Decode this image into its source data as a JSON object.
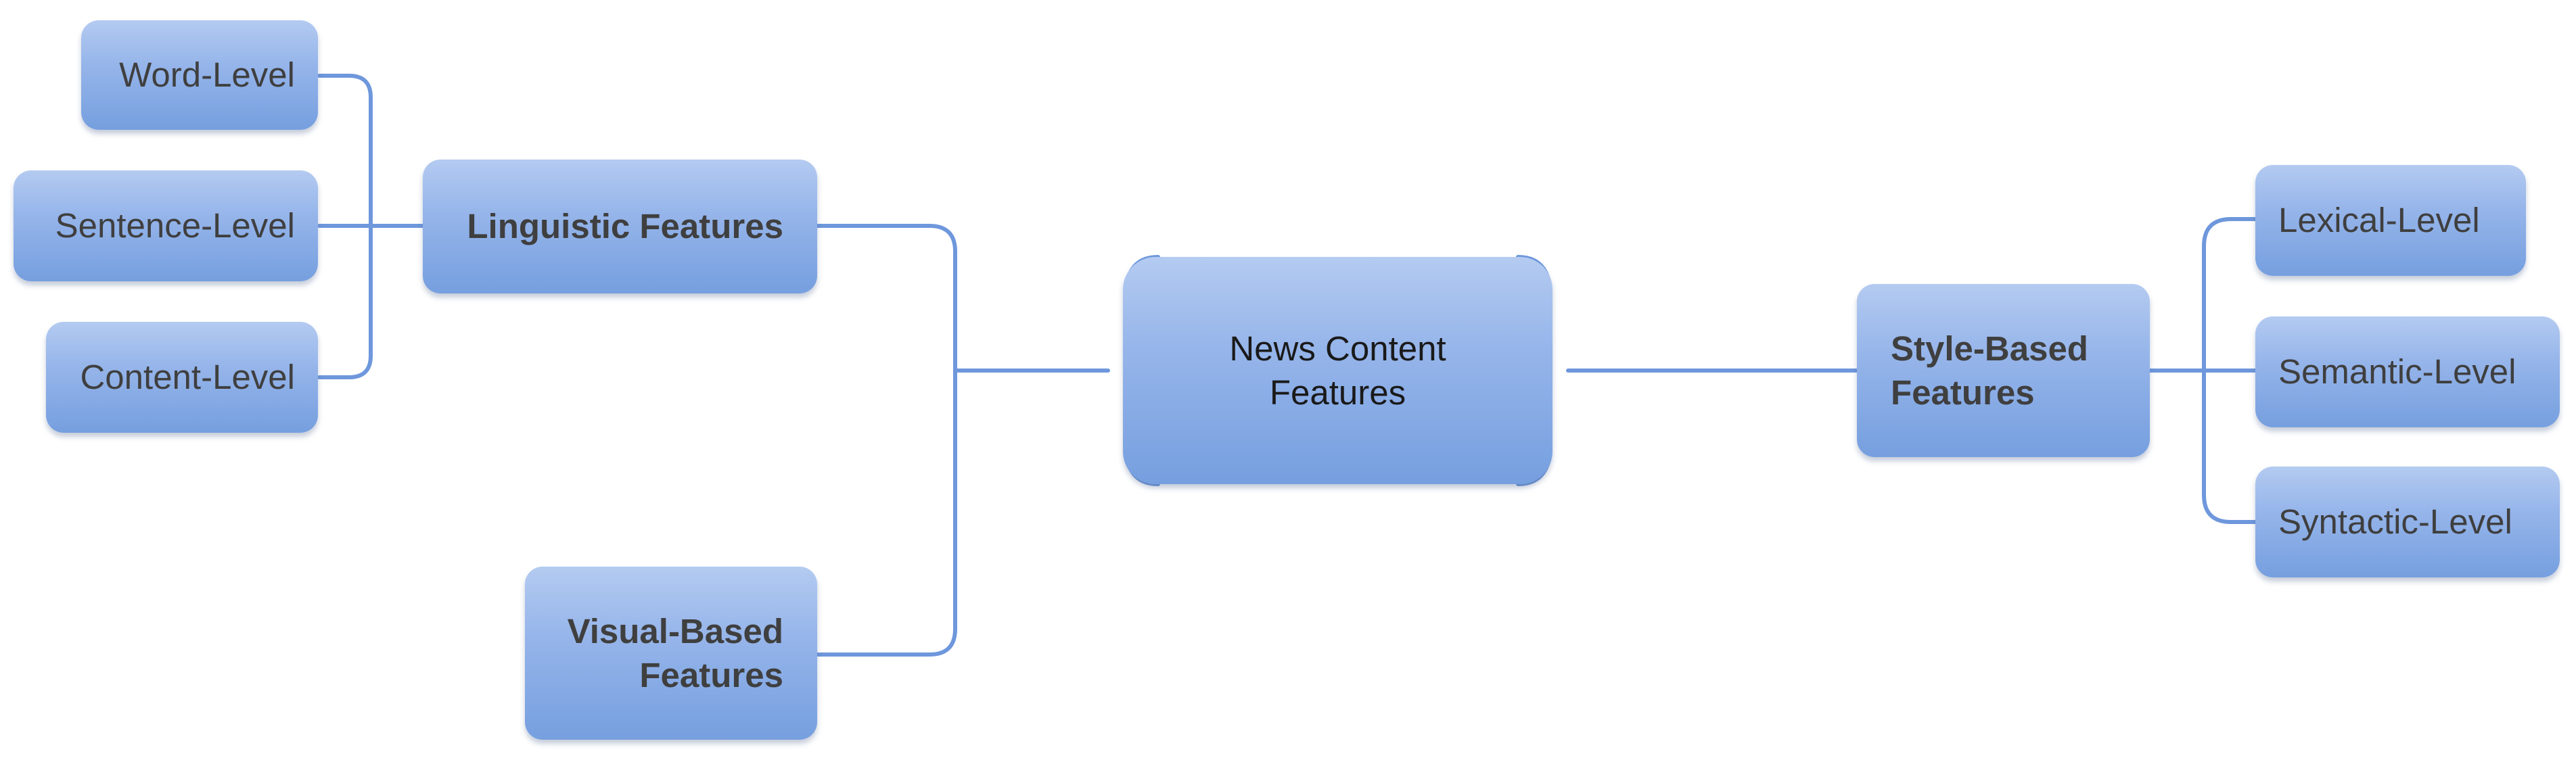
{
  "diagram": {
    "root": "News Content Features",
    "left_branches": [
      {
        "label": "Linguistic Features",
        "children": [
          "Word-Level",
          "Sentence-Level",
          "Content-Level"
        ]
      },
      {
        "label": "Visual-Based Features",
        "children": []
      }
    ],
    "right_branches": [
      {
        "label": "Style-Based Features",
        "children": [
          "Lexical-Level",
          "Semantic-Level",
          "Syntactic-Level"
        ]
      }
    ]
  },
  "colors": {
    "node_top": "#b4cbf1",
    "node_bottom": "#769fdf",
    "connector": "#6e97dc",
    "text": "#3f3f3f"
  }
}
